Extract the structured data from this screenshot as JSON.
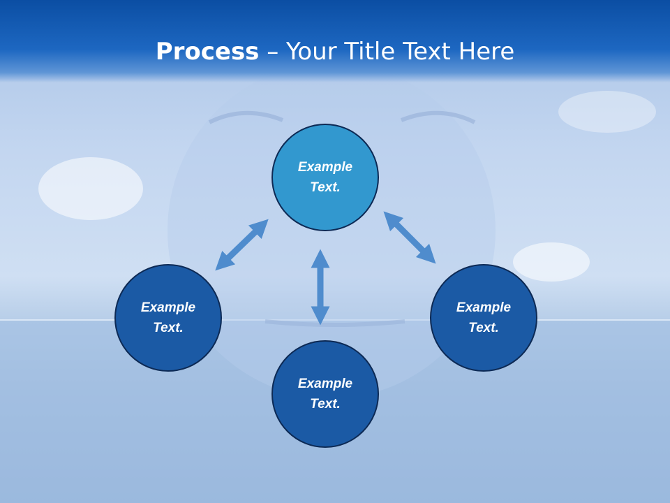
{
  "slide": {
    "title_bold": "Process",
    "title_rest": " – Your Title Text Here"
  },
  "nodes": [
    {
      "id": "top",
      "label": "Example\nText."
    },
    {
      "id": "left",
      "label": "Example\nText."
    },
    {
      "id": "right",
      "label": "Example\nText."
    },
    {
      "id": "bottom",
      "label": "Example\nText."
    }
  ],
  "colors": {
    "header": "#1d67c1",
    "top_node": "#3298cf",
    "other_nodes": "#1b5aa5",
    "arrows": "#4f8ccd"
  }
}
